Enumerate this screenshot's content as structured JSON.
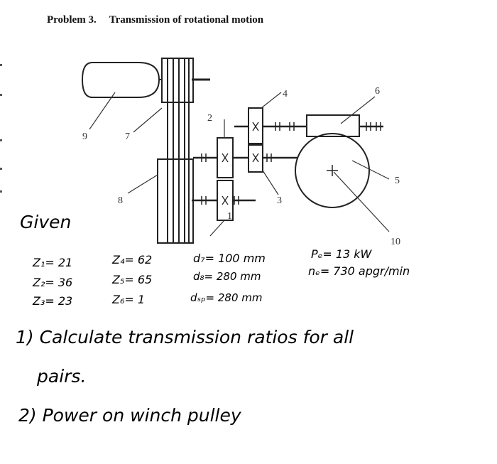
{
  "problem": {
    "number": "Problem 3.",
    "title": "Transmission of rotational motion"
  },
  "diagram_labels": {
    "l1": "1",
    "l2": "2",
    "l3": "3",
    "l4": "4",
    "l5": "5",
    "l6": "6",
    "l7": "7",
    "l8": "8",
    "l9": "9",
    "l10": "10"
  },
  "given": {
    "heading": "Given",
    "z1": "Z₁= 21",
    "z2": "Z₂= 36",
    "z3": "Z₃= 23",
    "z4": "Z₄= 62",
    "z5": "Z₅= 65",
    "z6": "Z₆= 1",
    "d7": "d₇= 100 mm",
    "d8": "d₈= 280 mm",
    "dsp": "dₛₚ= 280 mm",
    "pe": "Pₑ= 13 kW",
    "ne": "nₑ= 730 apgr/min"
  },
  "questions": {
    "q1_line1": "1) Calculate transmission ratios for all",
    "q1_line2": "pairs.",
    "q2": "2) Power on winch pulley"
  }
}
